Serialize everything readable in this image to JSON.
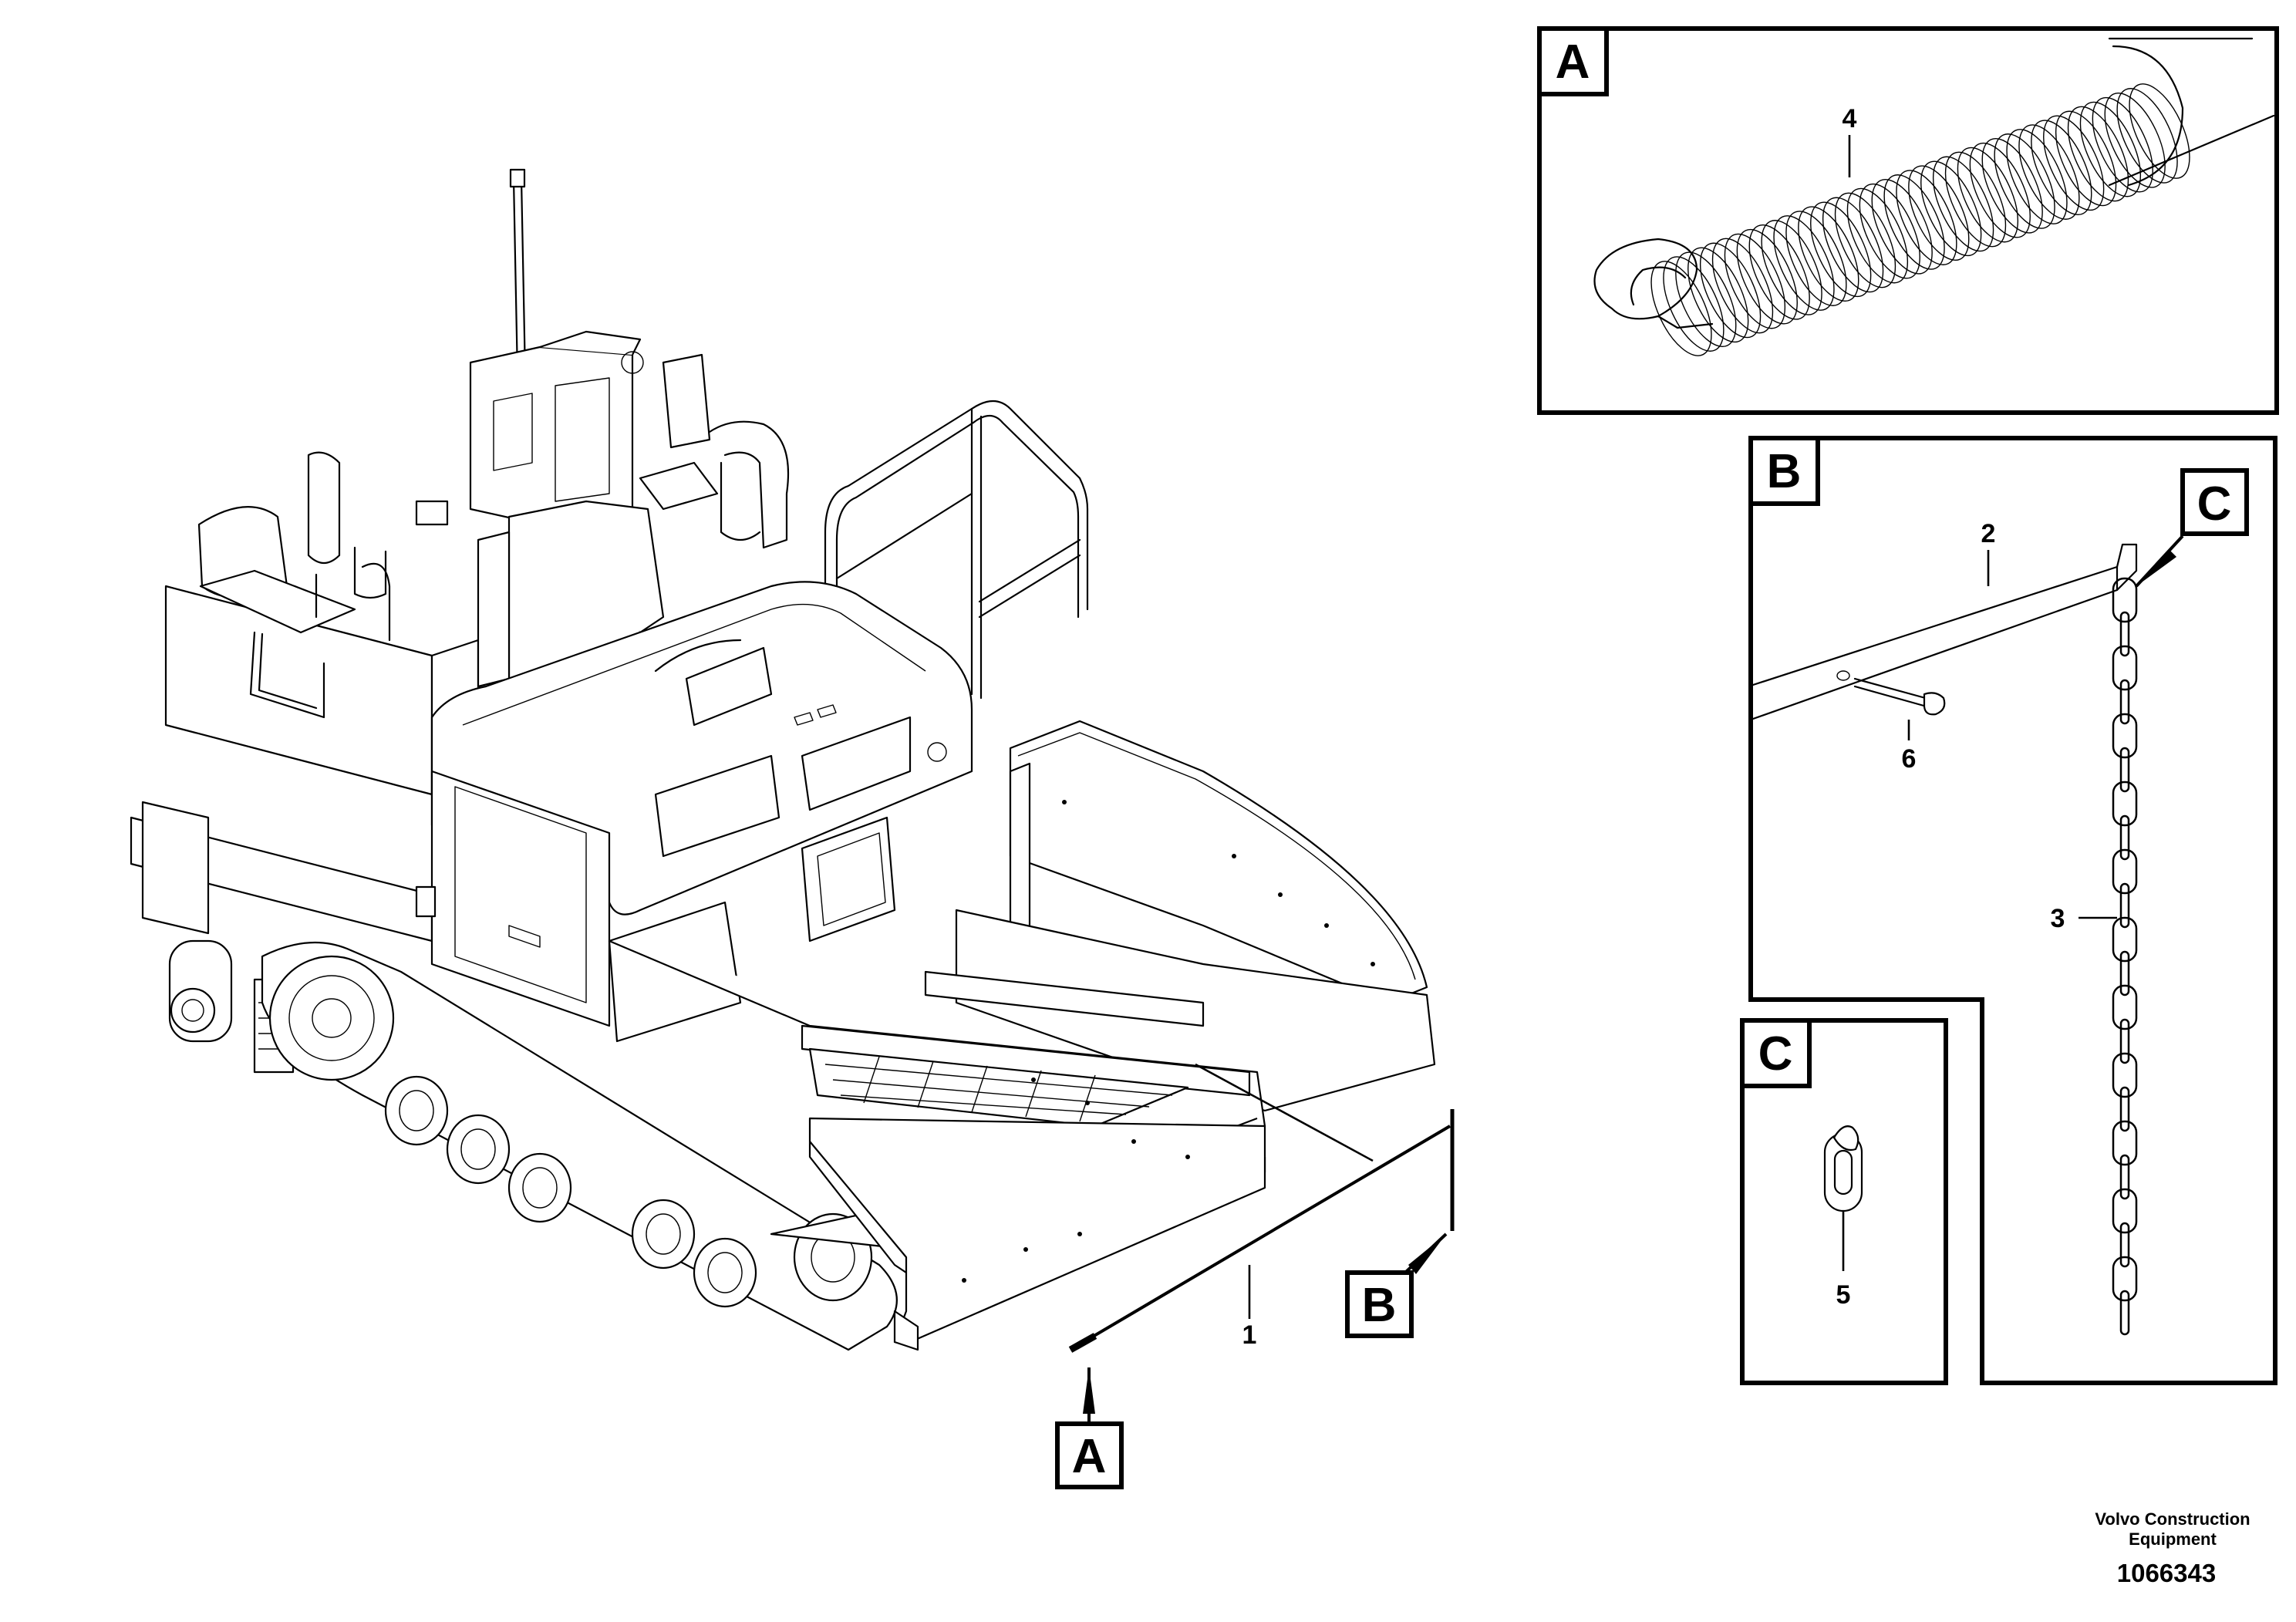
{
  "callouts": {
    "n1": "1",
    "n2": "2",
    "n3": "3",
    "n4": "4",
    "n5": "5",
    "n6": "6"
  },
  "detail_labels": {
    "panel_a": "A",
    "panel_b": "B",
    "panel_c_small": "C",
    "panel_c_ref": "C",
    "main_a": "A",
    "main_b": "B"
  },
  "footer": {
    "company_line1": "Volvo Construction",
    "company_line2": "Equipment",
    "drawing_number": "1066343"
  },
  "colors": {
    "line": "#000000",
    "background": "#ffffff"
  }
}
